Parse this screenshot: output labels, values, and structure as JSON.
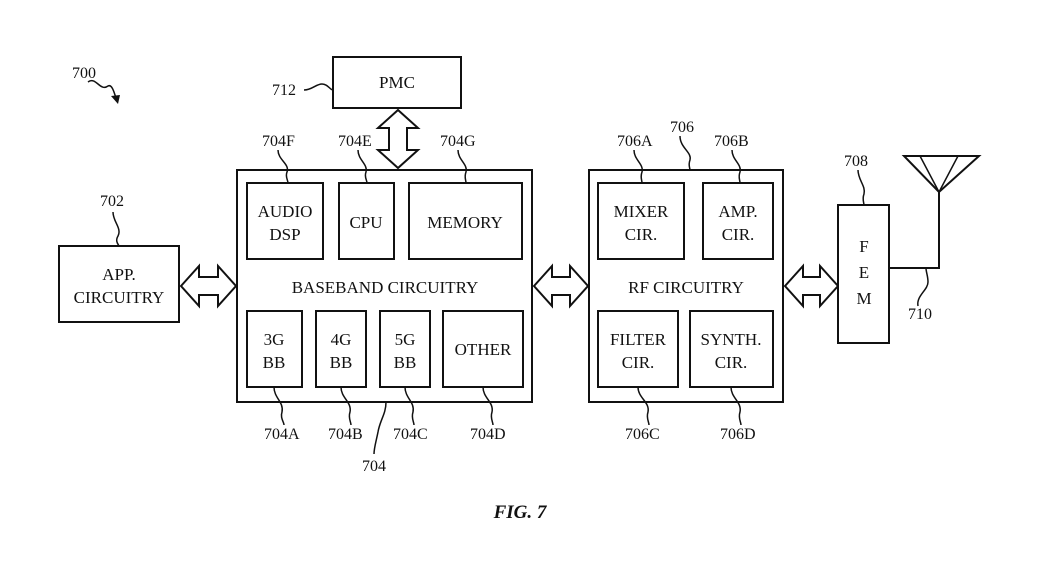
{
  "figure_number": "700",
  "caption": "FIG. 7",
  "blocks": {
    "pmc": {
      "label": "PMC",
      "ref": "712"
    },
    "app": {
      "line1": "APP.",
      "line2": "CIRCUITRY",
      "ref": "702"
    },
    "baseband": {
      "label": "BASEBAND CIRCUITRY",
      "ref": "704"
    },
    "audio_dsp": {
      "line1": "AUDIO",
      "line2": "DSP",
      "ref": "704F"
    },
    "cpu": {
      "label": "CPU",
      "ref": "704E"
    },
    "memory": {
      "label": "MEMORY",
      "ref": "704G"
    },
    "bb3g": {
      "line1": "3G",
      "line2": "BB",
      "ref": "704A"
    },
    "bb4g": {
      "line1": "4G",
      "line2": "BB",
      "ref": "704B"
    },
    "bb5g": {
      "line1": "5G",
      "line2": "BB",
      "ref": "704C"
    },
    "other": {
      "label": "OTHER",
      "ref": "704D"
    },
    "rf": {
      "label": "RF CIRCUITRY",
      "ref": "706"
    },
    "mixer": {
      "line1": "MIXER",
      "line2": "CIR.",
      "ref": "706A"
    },
    "amp": {
      "line1": "AMP.",
      "line2": "CIR.",
      "ref": "706B"
    },
    "filter": {
      "line1": "FILTER",
      "line2": "CIR.",
      "ref": "706C"
    },
    "synth": {
      "line1": "SYNTH.",
      "line2": "CIR.",
      "ref": "706D"
    },
    "fem": {
      "letters": [
        "F",
        "E",
        "M"
      ],
      "ref": "708"
    },
    "antenna": {
      "ref": "710"
    }
  }
}
